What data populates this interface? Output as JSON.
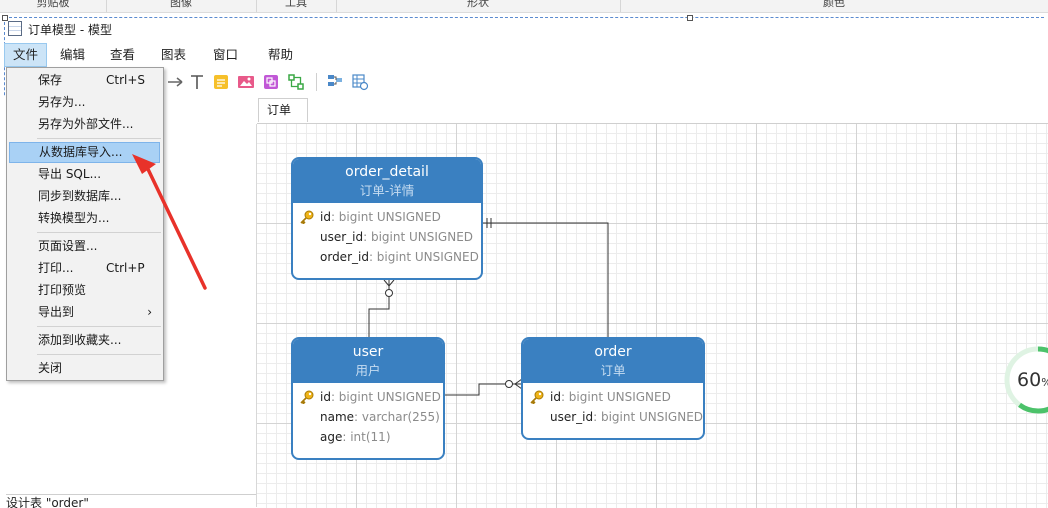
{
  "ribbon_groups": [
    "剪贴板",
    "图像",
    "工具",
    "形状",
    "颜色"
  ],
  "window": {
    "title": "订单模型 - 模型"
  },
  "menubar": [
    "文件",
    "编辑",
    "查看",
    "图表",
    "窗口",
    "帮助"
  ],
  "file_menu": {
    "items": [
      {
        "label": "保存",
        "shortcut": "Ctrl+S"
      },
      {
        "label": "另存为..."
      },
      {
        "label": "另存为外部文件..."
      },
      {
        "label": "从数据库导入..."
      },
      {
        "label": "导出 SQL..."
      },
      {
        "label": "同步到数据库..."
      },
      {
        "label": "转换模型为..."
      },
      {
        "label": "页面设置..."
      },
      {
        "label": "打印...",
        "shortcut": "Ctrl+P"
      },
      {
        "label": "打印预览"
      },
      {
        "label": "导出到",
        "submenu_arrow": "›"
      },
      {
        "label": "添加到收藏夹..."
      },
      {
        "label": "关闭"
      }
    ],
    "highlighted": "从数据库导入..."
  },
  "tab": {
    "label": "订单"
  },
  "left_panel": {
    "bottom_label": "设计表 \"order\""
  },
  "entities": {
    "order_detail": {
      "name": "order_detail",
      "cn": "订单-详情",
      "fields": [
        {
          "name": "id",
          "type": ": bigint UNSIGNED",
          "key": true
        },
        {
          "name": "user_id",
          "type": ": bigint UNSIGNED",
          "key": false
        },
        {
          "name": "order_id",
          "type": ": bigint UNSIGNED",
          "key": false
        }
      ]
    },
    "user": {
      "name": "user",
      "cn": "用户",
      "fields": [
        {
          "name": "id",
          "type": ": bigint UNSIGNED",
          "key": true
        },
        {
          "name": "name",
          "type": ": varchar(255)",
          "key": false
        },
        {
          "name": "age",
          "type": ": int(11)",
          "key": false
        }
      ]
    },
    "order": {
      "name": "order",
      "cn": "订单",
      "fields": [
        {
          "name": "id",
          "type": ": bigint UNSIGNED",
          "key": true
        },
        {
          "name": "user_id",
          "type": ": bigint UNSIGNED",
          "key": false
        }
      ]
    }
  },
  "zoom": {
    "label": "60",
    "unit": "%",
    "value": 60
  },
  "colors": {
    "entity_header": "#3a80c1",
    "menu_highlight": "#a9d1f5",
    "annotation_arrow": "#e8322a",
    "zoom_ring": "#4cc26a"
  },
  "icons": [
    "line-icon",
    "text-icon",
    "note-icon",
    "image-icon",
    "shape-icon",
    "layer-icon",
    "grid-select-icon",
    "table-icon"
  ]
}
